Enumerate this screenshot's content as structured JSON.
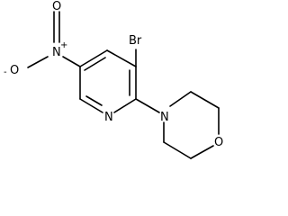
{
  "molecule": {
    "atoms": {
      "br": "Br",
      "n_pyridine": "N",
      "n_morpholine": "N",
      "o_morpholine": "O",
      "n_nitro": "N",
      "o_nitro_top": "O",
      "o_nitro_left": "O",
      "plus_charge": "+",
      "minus_charge": "-"
    }
  }
}
